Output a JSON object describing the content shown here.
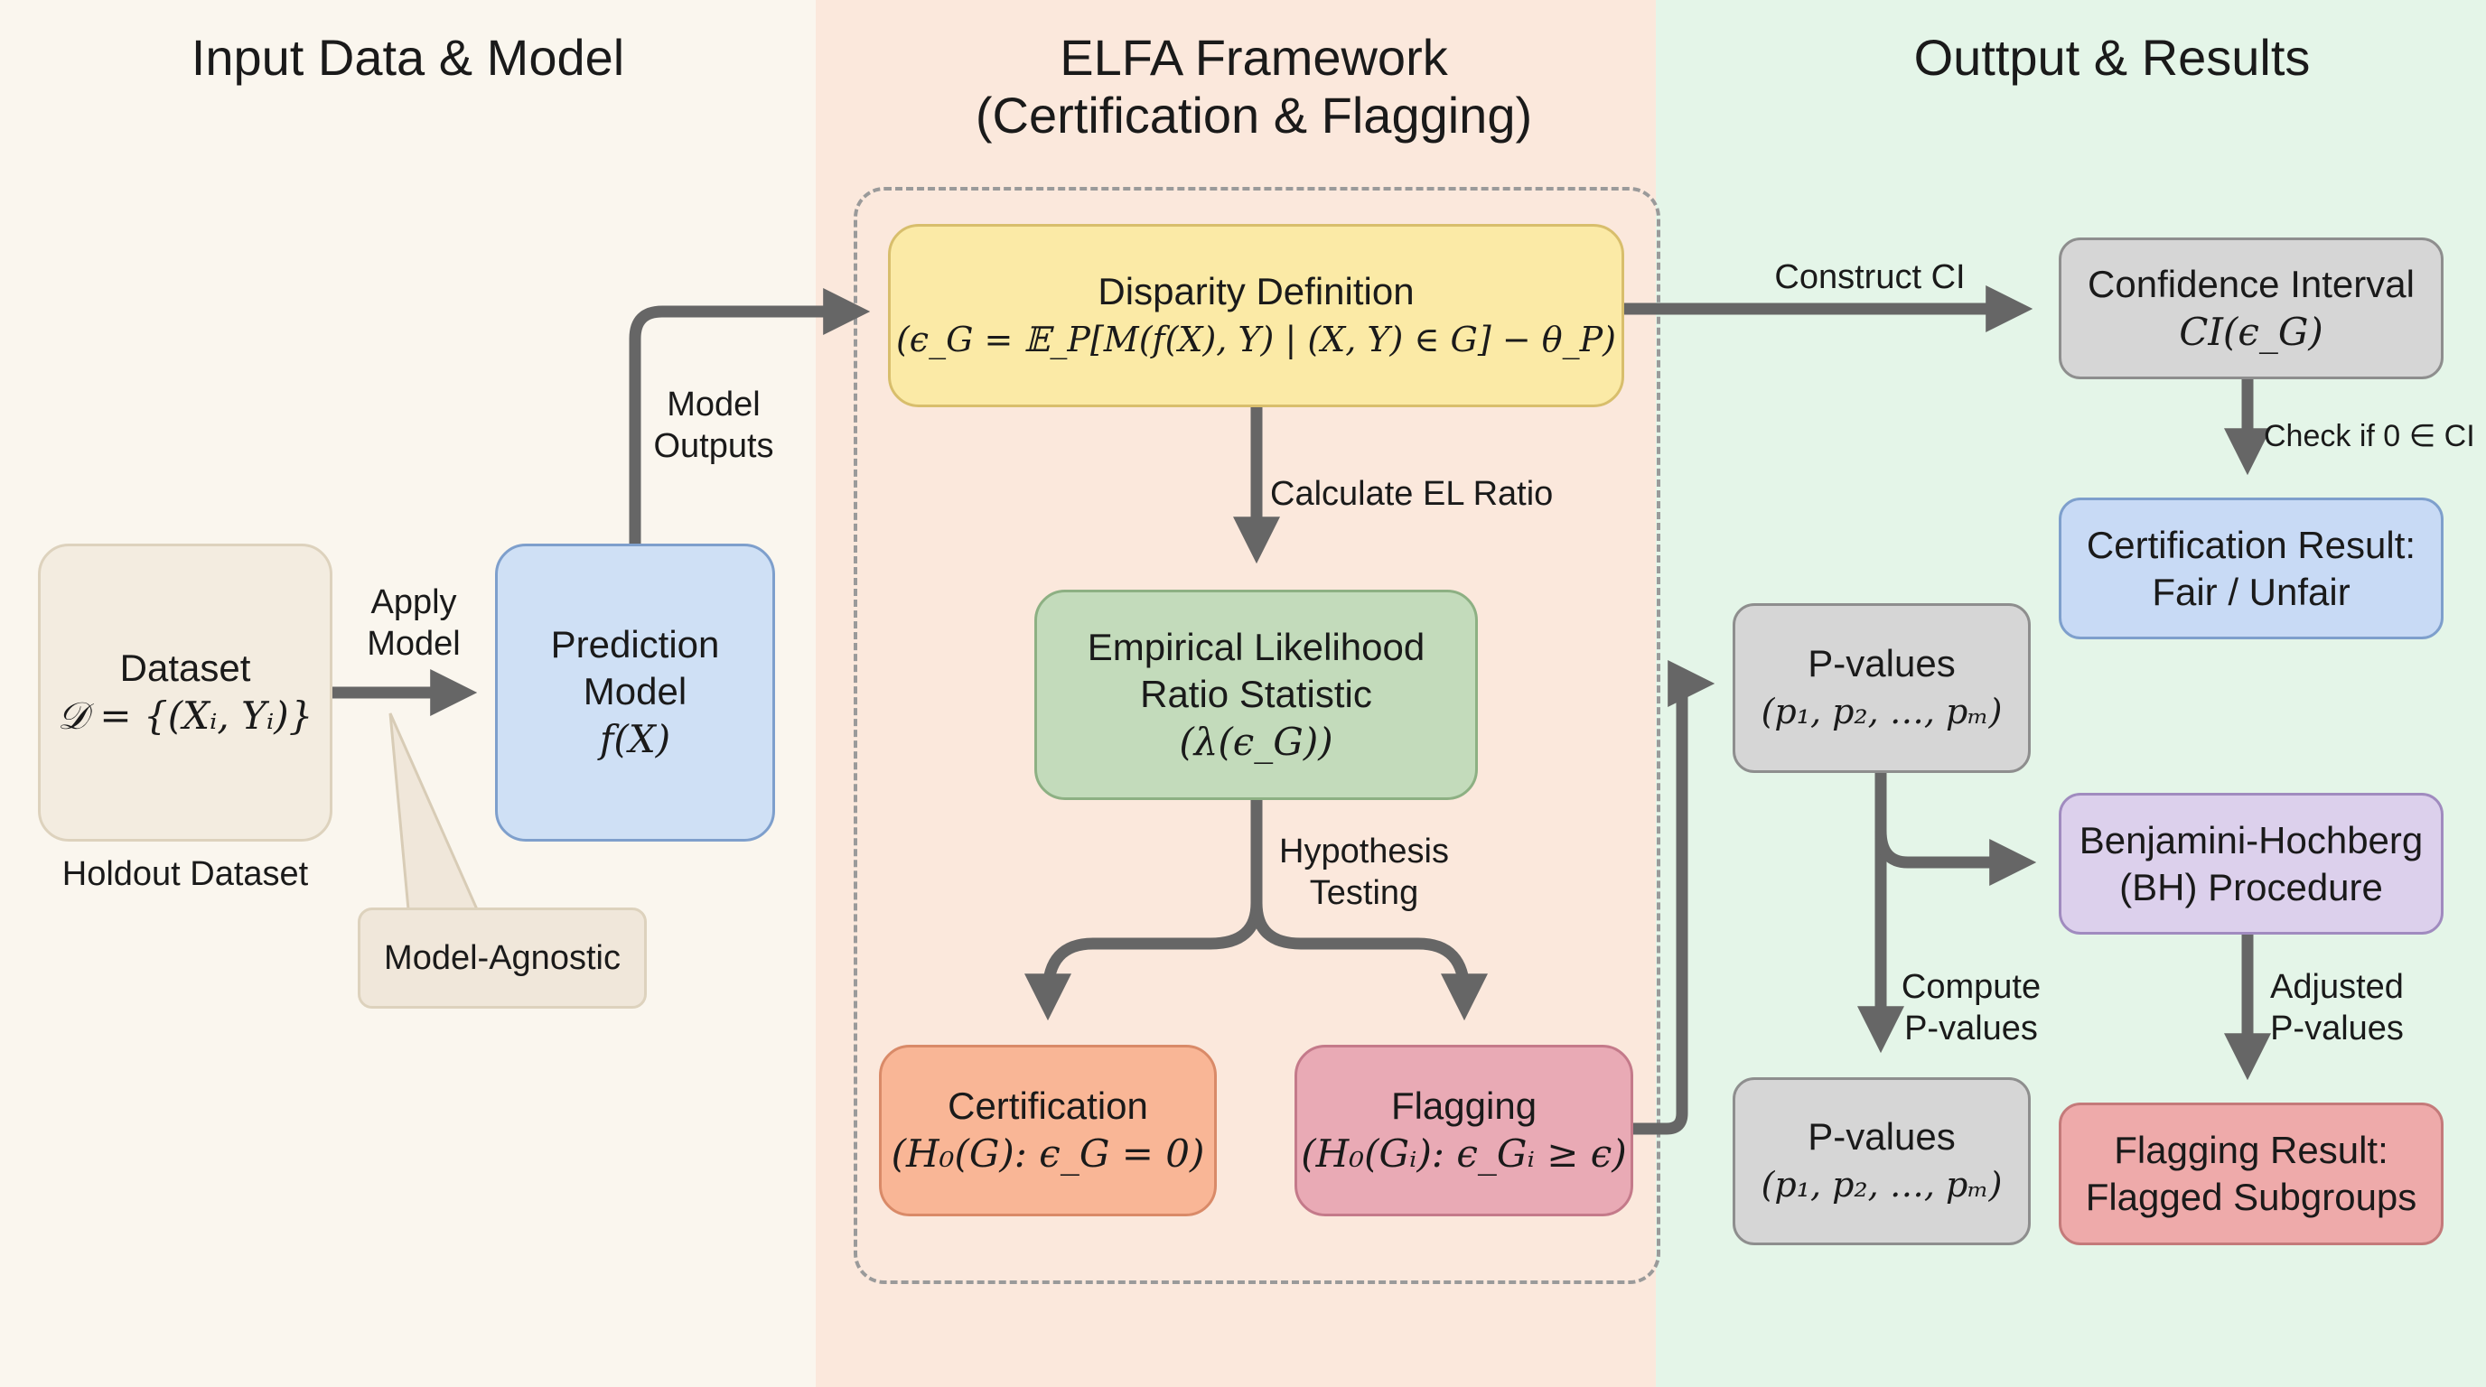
{
  "headings": {
    "input": "Input Data & Model",
    "framework_line1": "ELFA Framework",
    "framework_line2": "(Certification & Flagging)",
    "output": "Outtput & Results"
  },
  "colors": {
    "panel_input": "#faf6ee",
    "panel_framework": "#fbe8dc",
    "panel_output": "#e4f5e8",
    "arrow": "#666666"
  },
  "nodes": {
    "dataset": {
      "title": "Dataset",
      "formula": "𝒟 = {(Xᵢ, Yᵢ)}",
      "caption": "Holdout Dataset"
    },
    "prediction_model": {
      "title_line1": "Prediction",
      "title_line2": "Model",
      "formula": "f(X)"
    },
    "model_agnostic": {
      "text": "Model-Agnostic"
    },
    "disparity": {
      "title": "Disparity Definition",
      "formula": "(ϵ_G = 𝔼_P[M(f(X), Y) | (X, Y) ∈ G] − θ_P)"
    },
    "el_statistic": {
      "title_line1": "Empirical Likelihood",
      "title_line2": "Ratio Statistic",
      "formula": "(λ(ϵ_G))"
    },
    "certification": {
      "title": "Certification",
      "formula": "(H₀(G): ϵ_G = 0)"
    },
    "flagging": {
      "title": "Flagging",
      "formula": "(H₀(Gᵢ): ϵ_Gᵢ ≥ ϵ)"
    },
    "confidence_interval": {
      "title": "Confidence Interval",
      "formula": "CI(ϵ_G)"
    },
    "certification_result": {
      "line1": "Certification Result:",
      "line2": "Fair / Unfair"
    },
    "pvalues_top": {
      "title": "P-values",
      "formula": "(p₁, p₂, …, pₘ)"
    },
    "bh_procedure": {
      "line1": "Benjamini-Hochberg",
      "line2": "(BH) Procedure"
    },
    "pvalues_bottom": {
      "title": "P-values",
      "formula": "(p₁, p₂, …, pₘ)"
    },
    "flagging_result": {
      "line1": "Flagging Result:",
      "line2": "Flagged Subgroups"
    }
  },
  "edges": {
    "apply_model": {
      "line1": "Apply",
      "line2": "Model"
    },
    "model_outputs": {
      "line1": "Model",
      "line2": "Outputs"
    },
    "calculate_el": "Calculate EL Ratio",
    "hypothesis_testing": {
      "line1": "Hypothesis",
      "line2": "Testing"
    },
    "construct_ci": "Construct CI",
    "check_ci": "Check if 0 ∈ CI",
    "compute_pvalues": {
      "line1": "Compute",
      "line2": "P-values"
    },
    "adjusted_pvalues": {
      "line1": "Adjusted",
      "line2": "P-values"
    }
  }
}
